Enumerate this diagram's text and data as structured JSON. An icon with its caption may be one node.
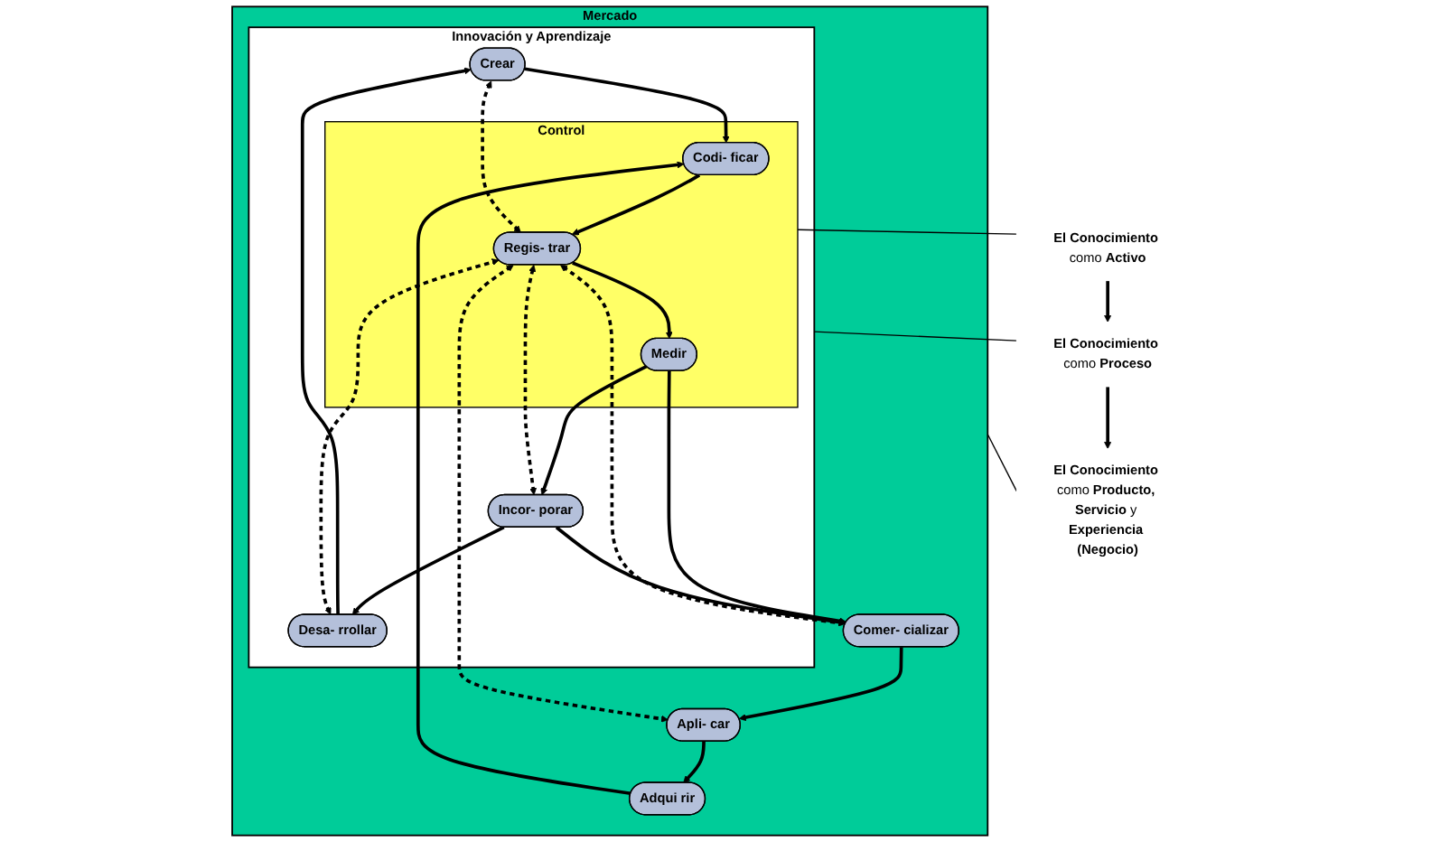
{
  "diagram": {
    "nodes": [
      {
        "text": [
          "Mercado"
        ]
      },
      {
        "text": [
          "Innovación y Aprendizaje"
        ],
        "in": 0
      },
      {
        "text": [
          "Crear"
        ],
        "in": 1
      },
      {
        "text": [
          "Desa- rrollar"
        ],
        "in": 1
      },
      {
        "text": [
          "Incor- porar"
        ],
        "in": 1
      },
      {
        "text": [
          "Control"
        ],
        "in": 1
      },
      {
        "text": [
          "Codi- ficar"
        ],
        "in": 5
      },
      {
        "text": [
          "Regis- trar"
        ],
        "in": 5
      },
      {
        "text": [
          "Medir"
        ],
        "in": 5
      },
      {
        "text": [
          "Adqui rir"
        ],
        "in": 0
      },
      {
        "text": [
          "Apli- car"
        ],
        "in": 0
      },
      {
        "text": [
          "Comer- cializar"
        ],
        "in": 0
      },
      {
        "text": [
          "**El Conocimiento** como **Producto, Servicio** y **Experiencia (Negocio)**"
        ]
      },
      {
        "text": [
          "**El Conocimiento** como **Proceso**"
        ]
      },
      {
        "text": [
          "**El Conocimiento** como **Activo**"
        ]
      }
    ],
    "edges": [
      {
        "from": 4,
        "to": 3,
        "arrow": "to"
      },
      {
        "from": 3,
        "to": 2,
        "arrow": "to"
      },
      {
        "from": 2,
        "to": 6,
        "arrow": "to"
      },
      {
        "from": 6,
        "to": 7,
        "arrow": "to"
      },
      {
        "from": 7,
        "to": 8,
        "arrow": "to"
      },
      {
        "from": 8,
        "to": 4,
        "arrow": "to"
      },
      {
        "from": 8,
        "to": 11,
        "arrow": "to"
      },
      {
        "from": 4,
        "to": 11,
        "arrow": "to"
      },
      {
        "from": 11,
        "to": 10,
        "arrow": "to"
      },
      {
        "from": 10,
        "to": 9,
        "arrow": "to"
      },
      {
        "from": 9,
        "to": 6,
        "arrow": "to"
      },
      {
        "from": 2,
        "to": 7,
        "arrow": "both",
        "style": "dashed"
      },
      {
        "from": 3,
        "to": 7,
        "arrow": "both",
        "style": "dashed"
      },
      {
        "from": 4,
        "to": 7,
        "arrow": "both",
        "style": "dashed"
      },
      {
        "from": 7,
        "to": 10,
        "arrow": "both",
        "style": "dashed"
      },
      {
        "from": 7,
        "to": 11,
        "arrow": "both",
        "style": "dashed"
      },
      {
        "from": 0,
        "to": 12,
        "arrow": "none"
      },
      {
        "from": 1,
        "to": 13,
        "arrow": "none"
      },
      {
        "from": 5,
        "to": 14,
        "arrow": "none"
      },
      {
        "from": 14,
        "to": 13,
        "arrow": "to"
      },
      {
        "from": 13,
        "to": 12,
        "arrow": "to"
      }
    ]
  }
}
